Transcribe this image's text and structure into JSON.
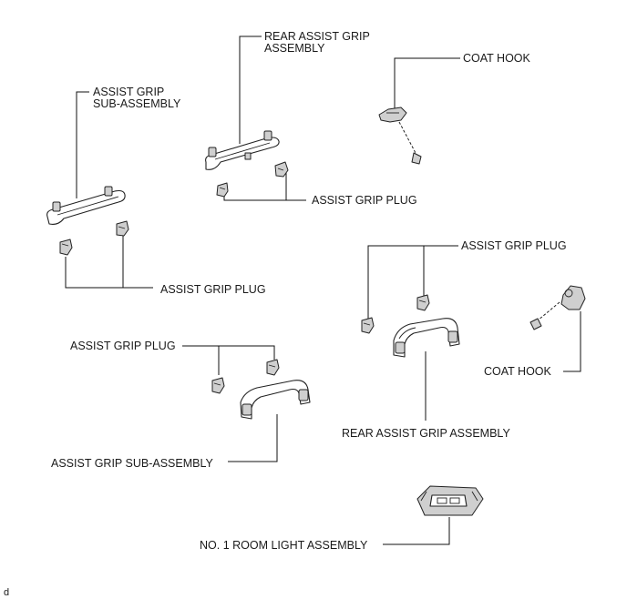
{
  "labels": {
    "rear_assist_grip_assembly_top_line1": "REAR ASSIST GRIP",
    "rear_assist_grip_assembly_top_line2": "ASSEMBLY",
    "assist_grip_sub_assembly_top_line1": "ASSIST GRIP",
    "assist_grip_sub_assembly_top_line2": "SUB-ASSEMBLY",
    "coat_hook_top": "COAT HOOK",
    "assist_grip_plug_center": "ASSIST GRIP PLUG",
    "assist_grip_plug_left": "ASSIST GRIP PLUG",
    "assist_grip_plug_right": "ASSIST GRIP PLUG",
    "assist_grip_plug_lower_left": "ASSIST GRIP PLUG",
    "coat_hook_right": "COAT HOOK",
    "rear_assist_grip_assembly_lower": "REAR ASSIST GRIP ASSEMBLY",
    "assist_grip_sub_assembly_lower": "ASSIST GRIP SUB-ASSEMBLY",
    "no1_room_light_assembly": "NO. 1 ROOM LIGHT ASSEMBLY",
    "figure_code": "d"
  }
}
